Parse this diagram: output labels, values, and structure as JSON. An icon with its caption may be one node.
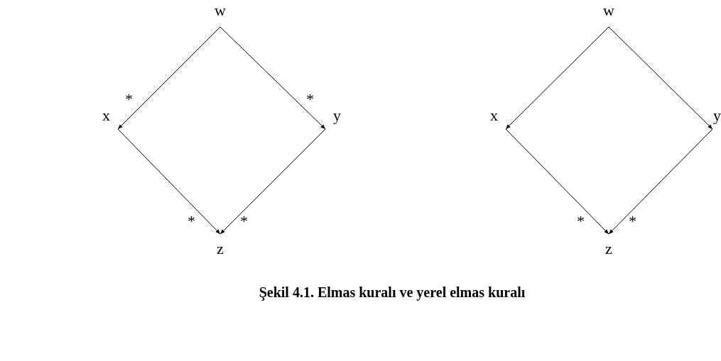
{
  "diagram": {
    "caption": "Şekil 4.1. Elmas kuralı ve yerel elmas kuralı",
    "nodes": [
      {
        "text": [
          "w"
        ]
      },
      {
        "text": [
          "x"
        ]
      },
      {
        "text": [
          "y"
        ]
      },
      {
        "text": [
          "z"
        ]
      },
      {
        "text": [
          "w"
        ]
      },
      {
        "text": [
          "x"
        ]
      },
      {
        "text": [
          "y"
        ]
      },
      {
        "text": [
          "z"
        ]
      }
    ],
    "edges": [
      {
        "from": 0,
        "to": 1,
        "arrow": "to",
        "label": "*"
      },
      {
        "from": 0,
        "to": 2,
        "arrow": "to",
        "label": "*"
      },
      {
        "from": 1,
        "to": 3,
        "arrow": "to",
        "label": "*"
      },
      {
        "from": 2,
        "to": 3,
        "arrow": "to",
        "label": "*"
      },
      {
        "from": 4,
        "to": 5,
        "arrow": "to"
      },
      {
        "from": 4,
        "to": 6,
        "arrow": "to"
      },
      {
        "from": 5,
        "to": 7,
        "arrow": "to",
        "label": "*"
      },
      {
        "from": 6,
        "to": 7,
        "arrow": "to",
        "label": "*"
      }
    ]
  }
}
